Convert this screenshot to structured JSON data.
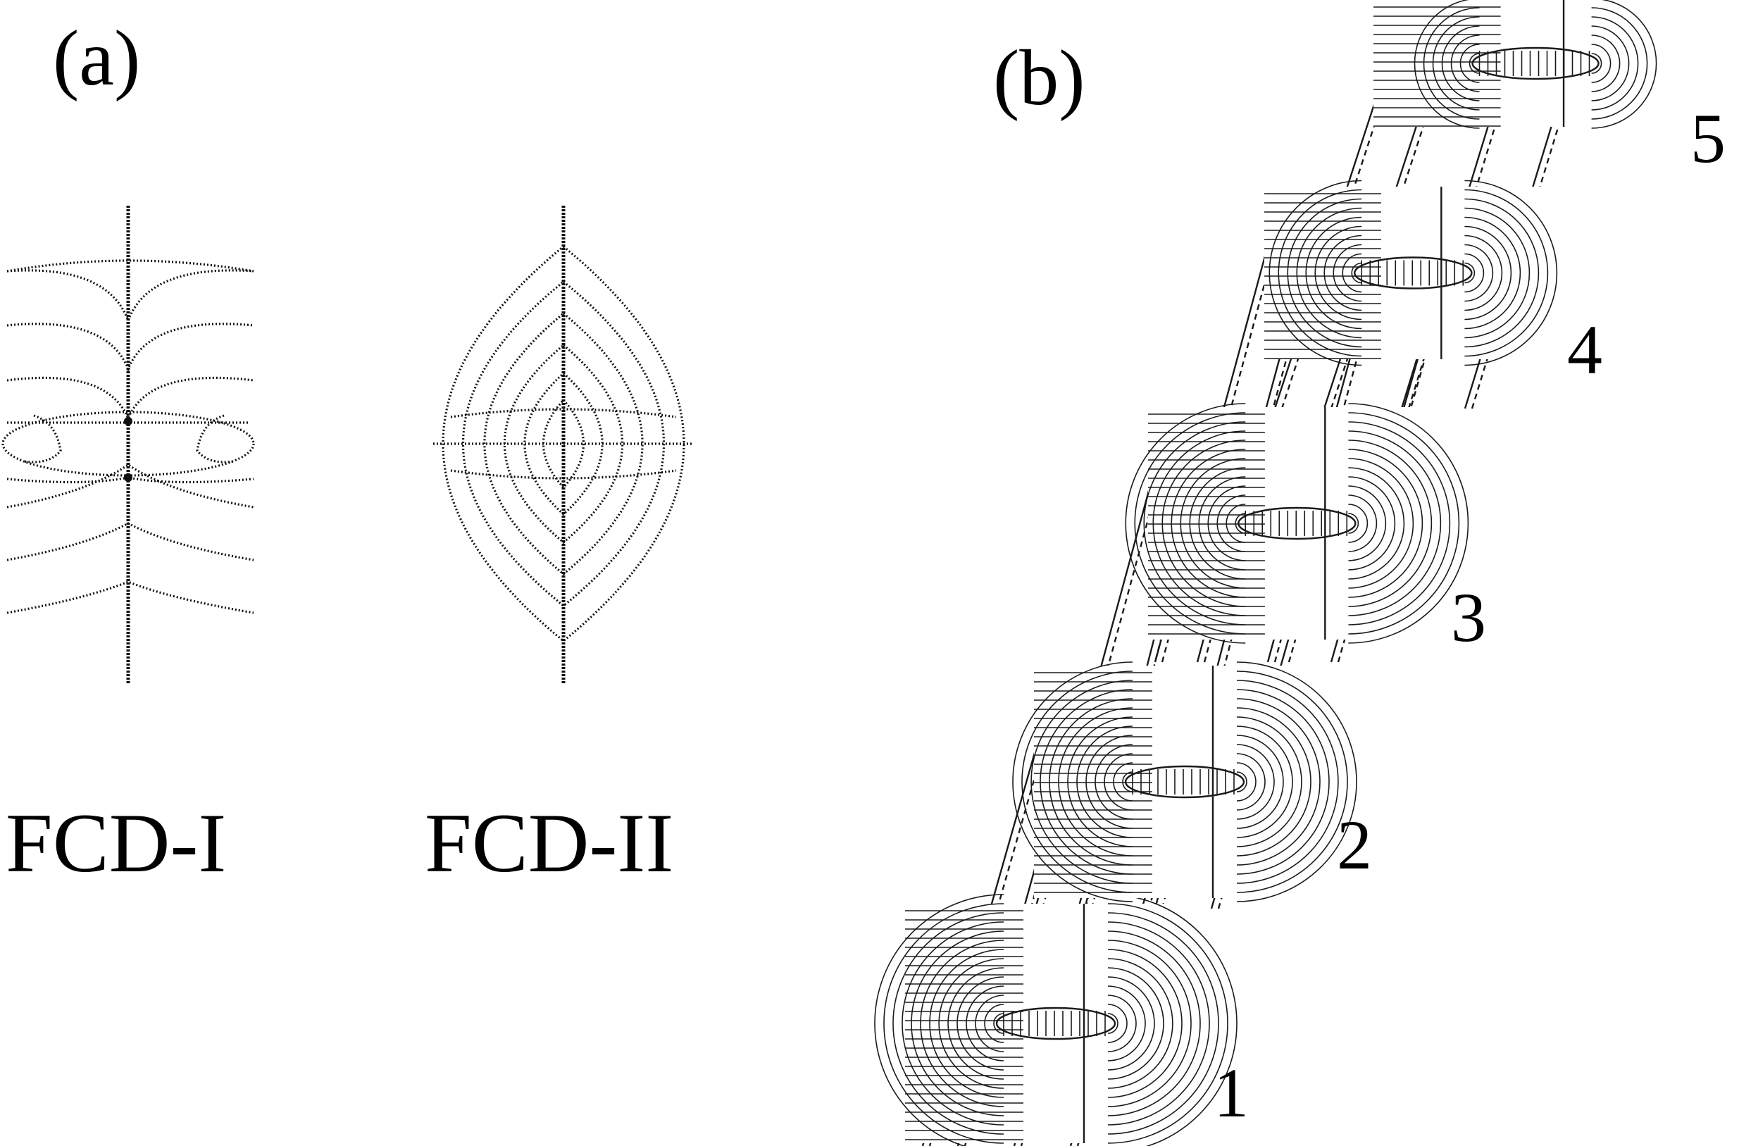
{
  "panel_a": {
    "label": "(a)",
    "fcd1_label": "FCD-I",
    "fcd2_label": "FCD-II"
  },
  "panel_b": {
    "label": "(b)",
    "block_labels": [
      "1",
      "2",
      "3",
      "4",
      "5"
    ]
  }
}
